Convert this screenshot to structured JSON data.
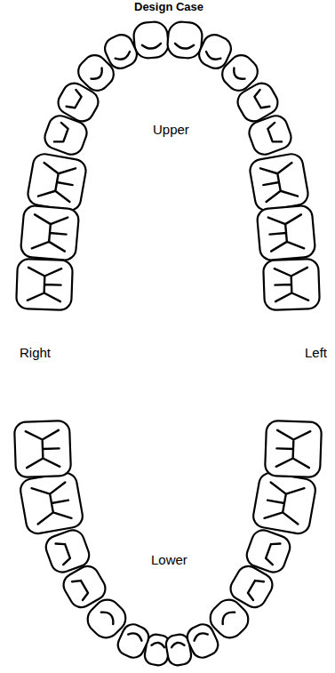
{
  "diagram": {
    "title": "Design Case",
    "labels": [
      "Upper",
      "Right",
      "Left",
      "Lower"
    ]
  }
}
